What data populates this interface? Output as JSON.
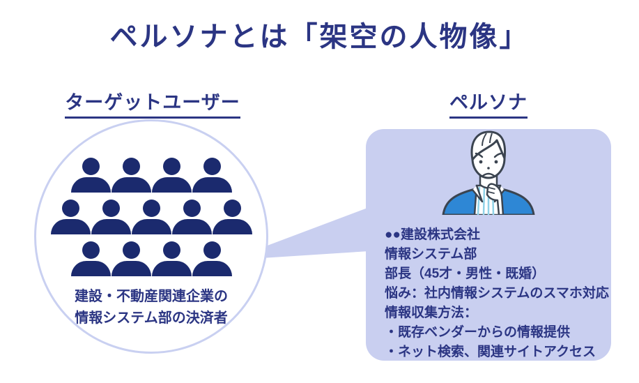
{
  "title": "ペルソナとは「架空の人物像」",
  "target": {
    "heading": "ターゲットユーザー",
    "caption_line1": "建設・不動産関連企業の",
    "caption_line2": "情報システム部の決済者",
    "crowd_rows": [
      4,
      5,
      4
    ]
  },
  "persona": {
    "heading": "ペルソナ",
    "details": [
      "●●建設株式会社",
      "情報システム部",
      "部長（45才・男性・既婚）",
      "悩み：社内情報システムのスマホ対応",
      "情報収集方法：",
      "・既存ベンダーからの情報提供",
      "・ネット検索、関連サイトアクセス"
    ]
  },
  "colors": {
    "heading_navy": "#2b3583",
    "icon_navy": "#1b2a6e",
    "panel_lavender": "#c9cff0",
    "circle_stroke": "#c9d0f1",
    "jacket_blue": "#2e87d5",
    "shirt_stripe_cyan": "#8fd2e8",
    "illustration_outline": "#3b4450",
    "background": "#ffffff"
  }
}
